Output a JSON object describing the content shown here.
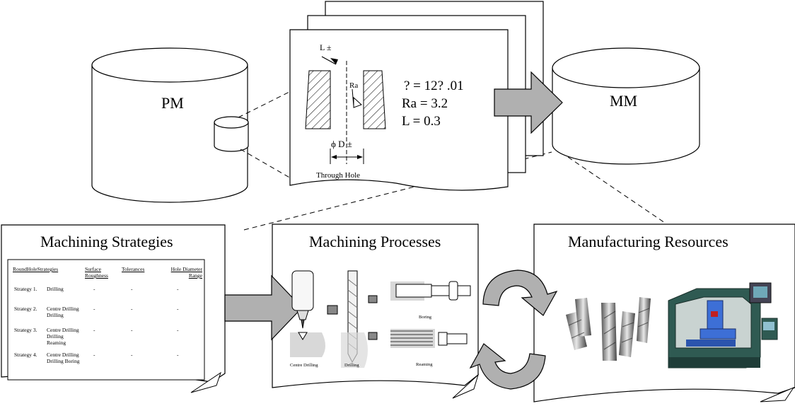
{
  "databases": {
    "left": "PM",
    "right": "MM"
  },
  "feature_sheet": {
    "dim_length_label": "L ±",
    "roughness_label": "Ra",
    "dim_diameter_label": "ϕ D ±",
    "feature_name": "Through Hole",
    "equations": [
      "?  = 12?  .01",
      "Ra = 3.2",
      "L = 0.3"
    ]
  },
  "panels": {
    "strategies": {
      "title": "Machining Strategies",
      "headers": [
        "RoundHoleStrategies",
        "Surface Roughness",
        "Tolerances",
        "Hole Diameter Range"
      ],
      "rows": [
        {
          "name": "Strategy 1.",
          "ops": "Drilling",
          "cells": [
            "-",
            "-",
            "-"
          ]
        },
        {
          "name": "Strategy 2.",
          "ops": "Centre Drilling Drilling",
          "cells": [
            "-",
            "-",
            "-"
          ]
        },
        {
          "name": "Strategy 3.",
          "ops": "Centre Drilling Drilling Reaming",
          "cells": [
            "-",
            "-",
            "-"
          ]
        },
        {
          "name": "Strategy 4.",
          "ops": "Centre Drilling Drilling Boring",
          "cells": [
            "-",
            "-",
            "-"
          ]
        }
      ]
    },
    "processes": {
      "title": "Machining Processes",
      "captions": [
        "Centre Drilling",
        "Drilling",
        "Boring",
        "Reaming"
      ]
    },
    "resources": {
      "title": "Manufacturing Resources"
    }
  },
  "colors": {
    "arrow_fill": "#b0b0b0",
    "machine_body": "#2f5a52",
    "machine_blue": "#3d6fd6",
    "photo_grey": "#8c8c8c"
  }
}
